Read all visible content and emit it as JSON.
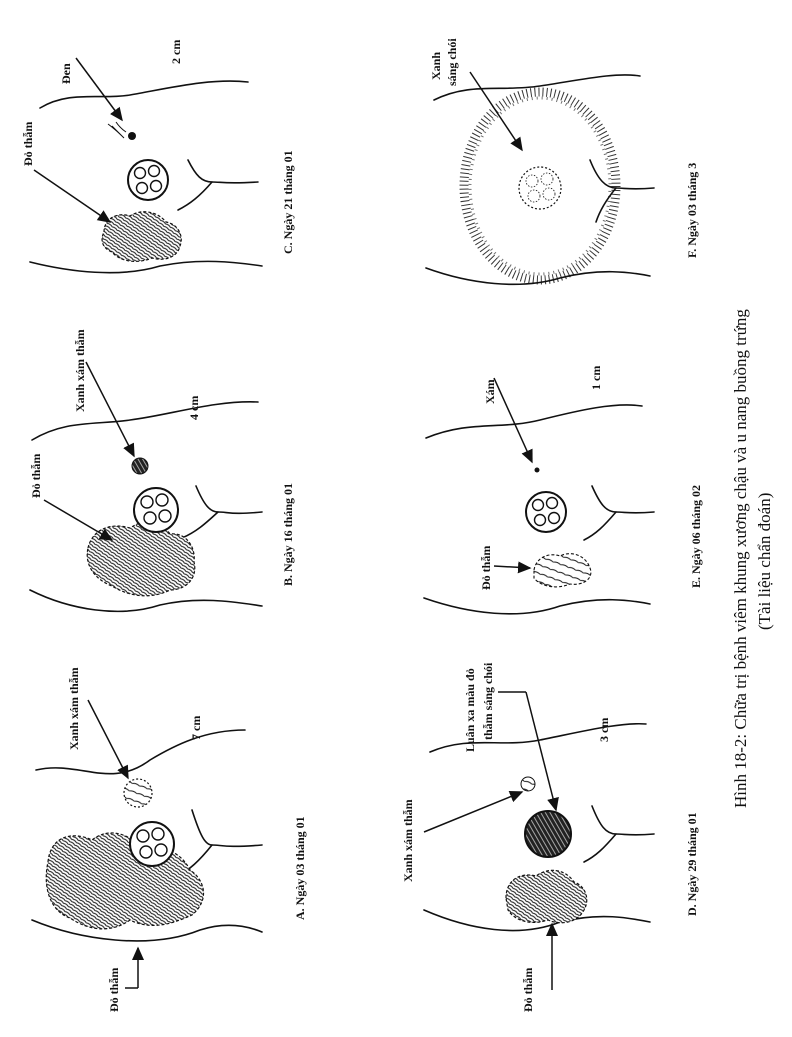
{
  "caption": {
    "line1": "Hình 18-2: Chữa trị bệnh viêm khung xương chậu và u nang buồng trứng",
    "line2": "(Tài liệu chẩn đoán)"
  },
  "panels": [
    {
      "id": "A",
      "date": "A. Ngày 03 tháng 01",
      "size": "7 cm",
      "labels": [
        "Xanh xám thẫm",
        "Đỏ thẫm"
      ]
    },
    {
      "id": "B",
      "date": "B. Ngày 16 tháng 01",
      "size": "4 cm",
      "labels": [
        "Xanh xám thẫm",
        "Đỏ thẫm"
      ]
    },
    {
      "id": "C",
      "date": "C. Ngày 21 tháng 01",
      "size": "2 cm",
      "labels": [
        "Đen",
        "Đỏ thẫm"
      ]
    },
    {
      "id": "D",
      "date": "D. Ngày 29 tháng 01",
      "size": "3 cm",
      "labels": [
        "Luân xa màu đỏ",
        "thẫm sáng chói",
        "Xanh xám thẫm",
        "Đỏ thẫm"
      ]
    },
    {
      "id": "E",
      "date": "E. Ngày 06 tháng 02",
      "size": "1 cm",
      "labels": [
        "Xám",
        "Đỏ thẫm"
      ]
    },
    {
      "id": "F",
      "date": "F. Ngày 03 tháng 3",
      "size": "",
      "labels": [
        "Xanh",
        "sáng chói"
      ]
    }
  ],
  "colors": {
    "ink": "#111111",
    "paper": "#ffffff"
  }
}
